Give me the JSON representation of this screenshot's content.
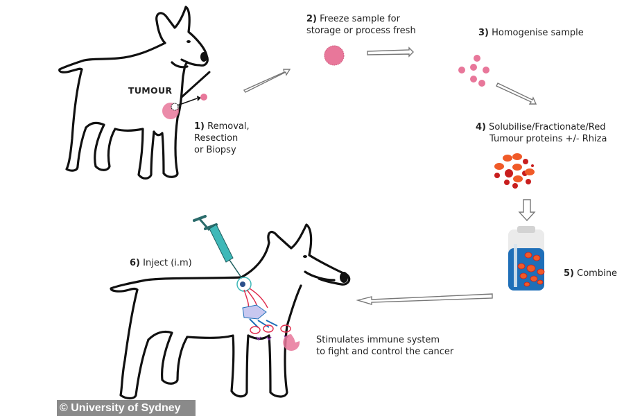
{
  "diagram": {
    "title": "Tumour vaccine process for dogs",
    "tumour_label": "TUMOUR",
    "steps": [
      {
        "number": "1)",
        "lines": [
          "Removal,",
          "Resection",
          "or Biopsy"
        ]
      },
      {
        "number": "2)",
        "lines": [
          "Freeze sample for",
          "storage or process fresh"
        ]
      },
      {
        "number": "3)",
        "lines": [
          "Homogenise sample"
        ]
      },
      {
        "number": "4)",
        "lines": [
          "Solubilise/Fractionate/Red",
          "Tumour proteins  +/- Rhiza"
        ]
      },
      {
        "number": "5)",
        "lines": [
          "Combine"
        ]
      },
      {
        "number": "6)",
        "lines": [
          "Inject (i.m)"
        ]
      }
    ],
    "outcome": [
      "Stimulates immune system",
      "to fight and control the cancer"
    ],
    "colors": {
      "tumour_pink": "#e8779a",
      "protein_orange": "#f05a28",
      "protein_red": "#c81e1e",
      "vial_blue": "#1f6fb8",
      "syringe_teal": "#3fb8b8",
      "outline": "#111111"
    }
  },
  "credit": "© University of Sydney"
}
